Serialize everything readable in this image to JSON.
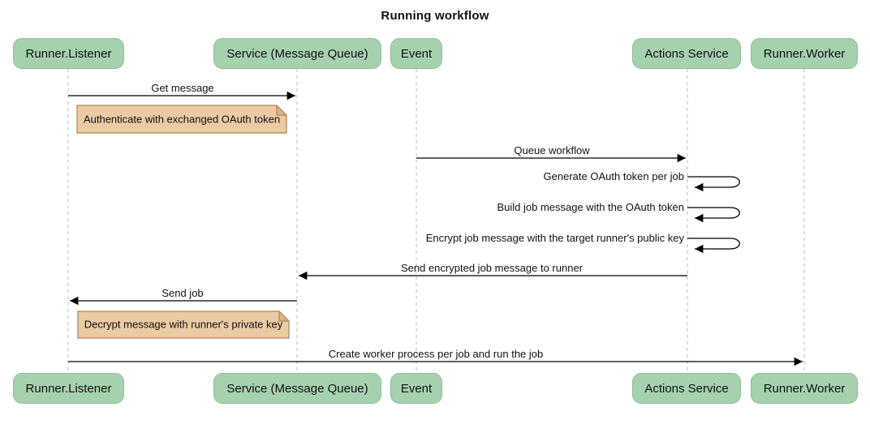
{
  "diagram": {
    "title": "Running workflow"
  },
  "participants": [
    {
      "label": "Runner.Listener"
    },
    {
      "label": "Service (Message Queue)"
    },
    {
      "label": "Event"
    },
    {
      "label": "Actions Service"
    },
    {
      "label": "Runner.Worker"
    }
  ],
  "messages": [
    {
      "type": "message",
      "from": "Runner.Listener",
      "to": "Service (Message Queue)",
      "label": "Get message"
    },
    {
      "type": "note",
      "over": "Runner.Listener",
      "label": "Authenticate with exchanged OAuth token"
    },
    {
      "type": "message",
      "from": "Event",
      "to": "Actions Service",
      "label": "Queue workflow"
    },
    {
      "type": "self",
      "actor": "Actions Service",
      "label": "Generate OAuth token per job"
    },
    {
      "type": "self",
      "actor": "Actions Service",
      "label": "Build job message with the OAuth token"
    },
    {
      "type": "self",
      "actor": "Actions Service",
      "label": "Encrypt job message with the target runner's public key"
    },
    {
      "type": "message",
      "from": "Actions Service",
      "to": "Service (Message Queue)",
      "label": "Send encrypted job message to runner"
    },
    {
      "type": "message",
      "from": "Service (Message Queue)",
      "to": "Runner.Listener",
      "label": "Send job"
    },
    {
      "type": "note",
      "over": "Runner.Listener",
      "label": "Decrypt message with runner's private key"
    },
    {
      "type": "message",
      "from": "Runner.Listener",
      "to": "Runner.Worker",
      "label": "Create worker process per job and run the job"
    }
  ],
  "colors": {
    "actor_fill": "#a6d1af",
    "actor_border": "#8fbc99",
    "note_fill": "#ebcaa4",
    "note_fold": "#ddb285",
    "note_border": "#a98955",
    "lifeline": "#b8b8b8",
    "line": "#000000",
    "text": "#111111"
  }
}
